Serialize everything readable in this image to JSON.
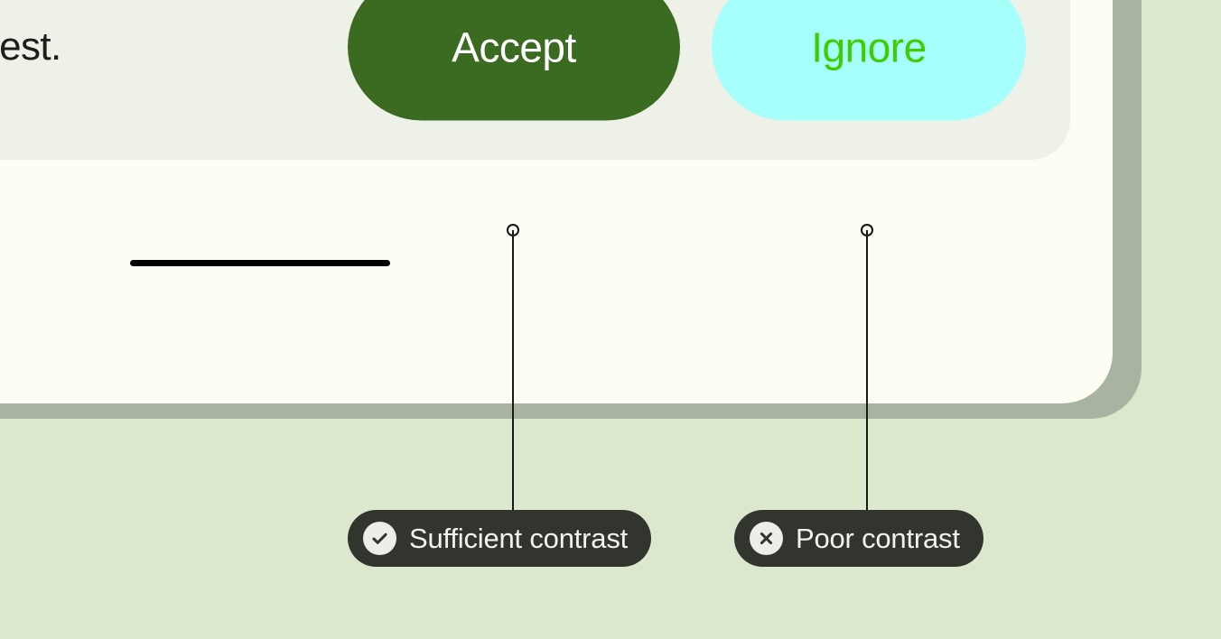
{
  "palette": {
    "page_background": "#dce8ce",
    "card_background": "#fdfdf3",
    "card_shadow": "#a9b3a2",
    "row_background": "#edf1e7",
    "accept_fill": "#3a6b21",
    "accept_text": "#ffffff",
    "ignore_fill": "#a7fffb",
    "ignore_text": "#3ece00",
    "badge_fill": "#32352e",
    "badge_text": "#f2f2ee",
    "body_text": "#1c1e1a",
    "leader_line": "#1a1a1a",
    "underline_bar": "#000000"
  },
  "card": {
    "rows": [
      {
        "id": "row-top-partial",
        "text": ""
      },
      {
        "id": "row-request",
        "text": "a request.",
        "actions": [
          {
            "id": "accept",
            "label": "Accept",
            "style": "filled-dark-green"
          },
          {
            "id": "ignore",
            "label": "Ignore",
            "style": "filled-cyan"
          }
        ]
      }
    ],
    "underline_bar": {
      "name": "text-underline-bar"
    }
  },
  "callouts": [
    {
      "id": "sufficient-contrast",
      "label": "Sufficient contrast",
      "icon": "check-circle-icon",
      "target": "accept"
    },
    {
      "id": "poor-contrast",
      "label": "Poor contrast",
      "icon": "x-circle-icon",
      "target": "ignore"
    }
  ]
}
